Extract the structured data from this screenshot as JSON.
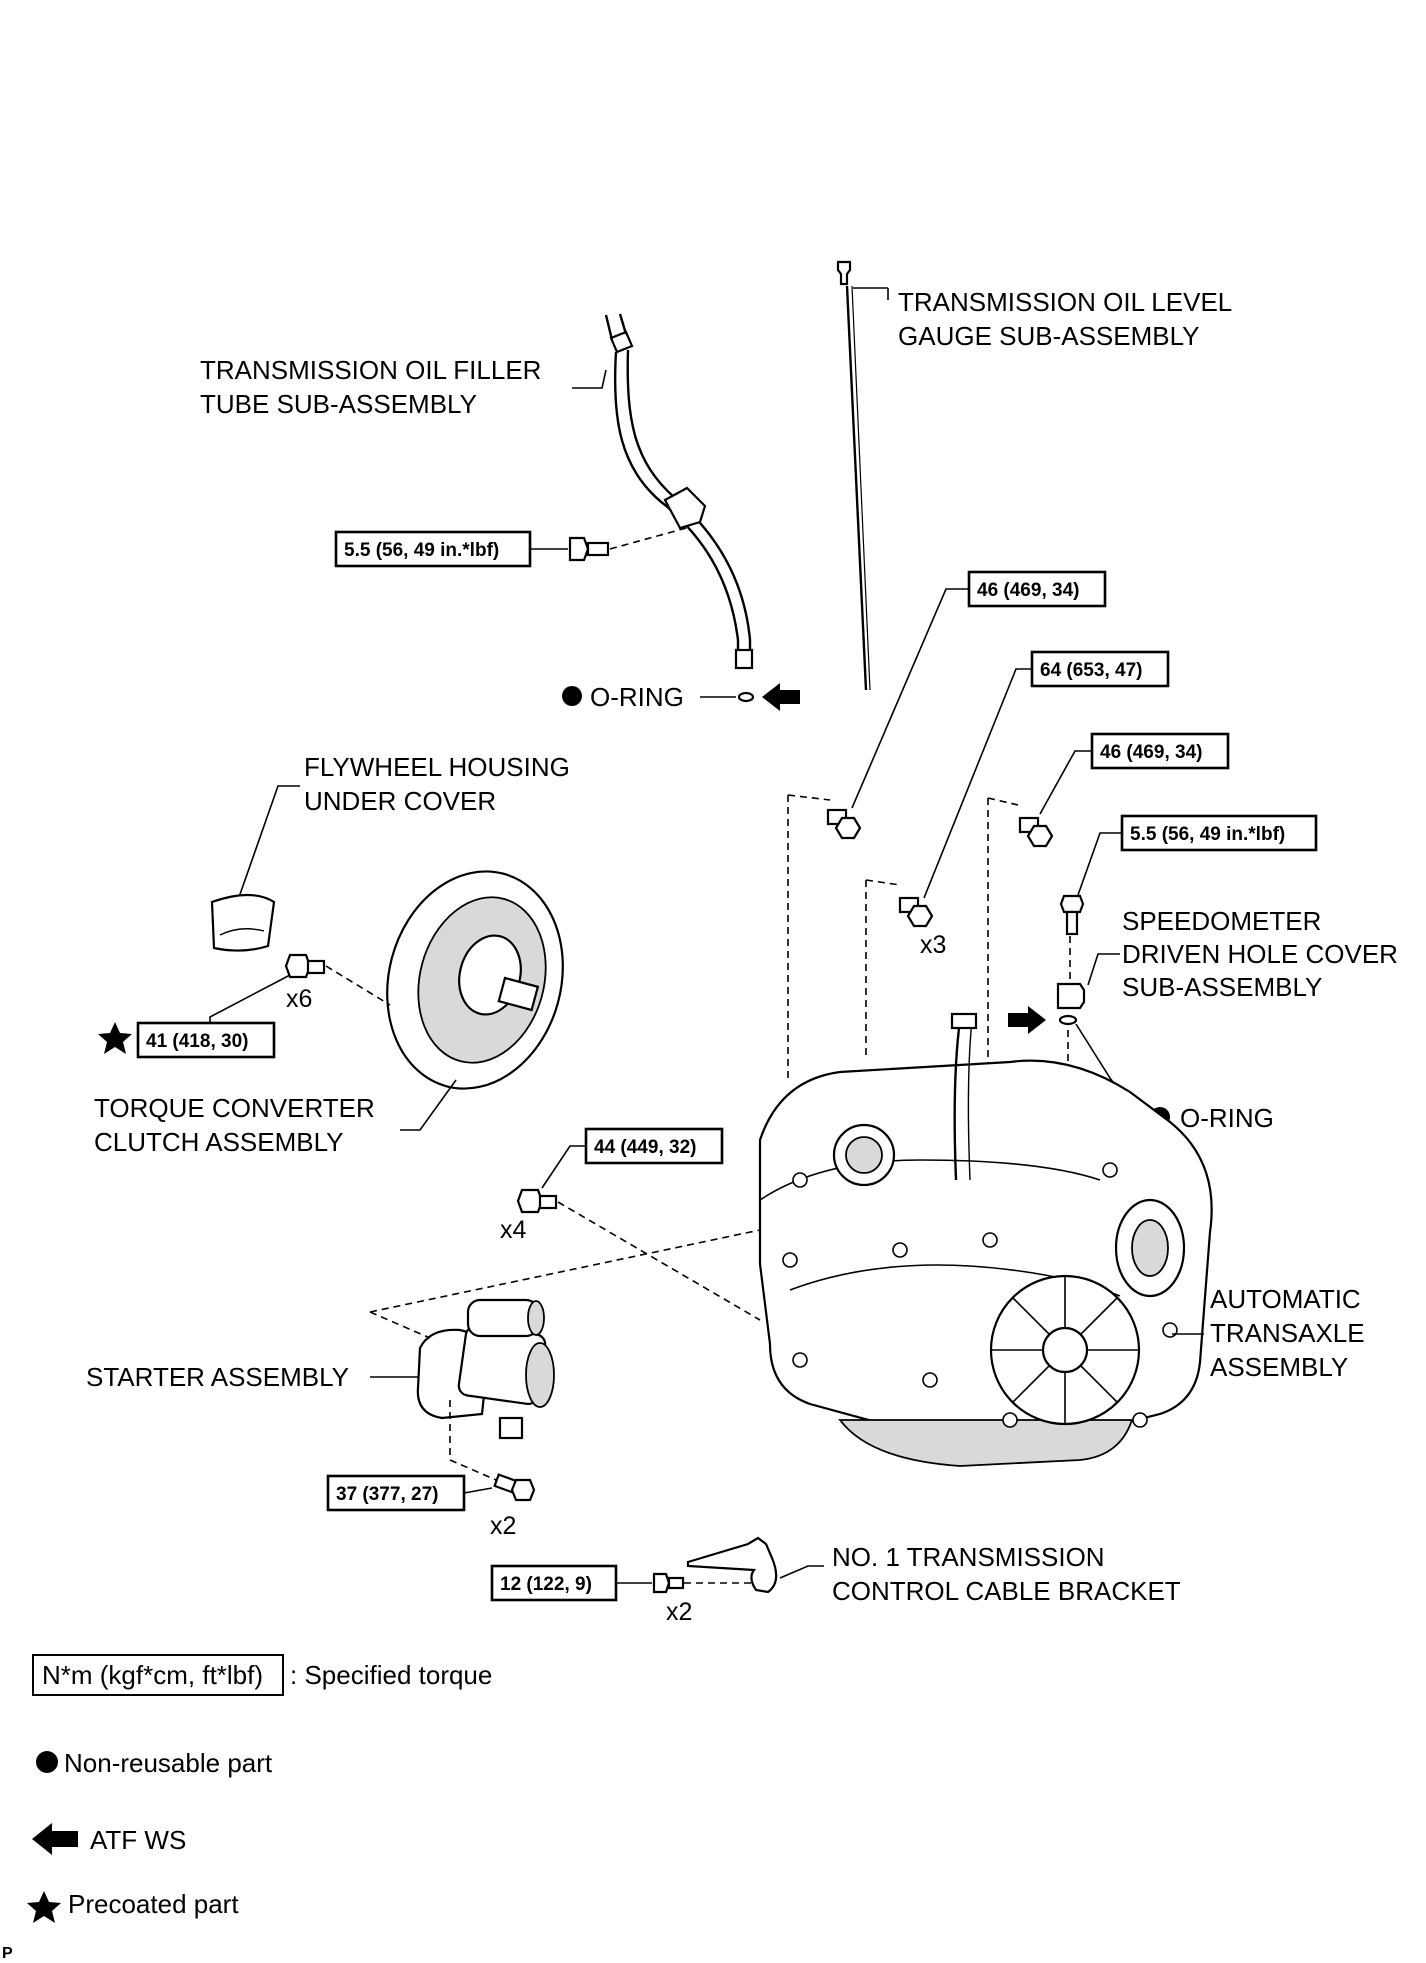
{
  "labels": {
    "oil_gauge": [
      "TRANSMISSION OIL LEVEL",
      "GAUGE SUB-ASSEMBLY"
    ],
    "filler_tube": [
      "TRANSMISSION OIL FILLER",
      "TUBE SUB-ASSEMBLY"
    ],
    "oring_top": "O-RING",
    "flywheel_cover": [
      "FLYWHEEL HOUSING",
      "UNDER COVER"
    ],
    "torque_converter": [
      "TORQUE CONVERTER",
      "CLUTCH ASSEMBLY"
    ],
    "speedometer_cover": [
      "SPEEDOMETER",
      "DRIVEN HOLE COVER",
      "SUB-ASSEMBLY"
    ],
    "oring_right": "O-RING",
    "transaxle": [
      "AUTOMATIC",
      "TRANSAXLE",
      "ASSEMBLY"
    ],
    "starter": "STARTER ASSEMBLY",
    "cable_bracket": [
      "NO. 1 TRANSMISSION",
      "CONTROL CABLE BRACKET"
    ]
  },
  "torques": {
    "filler_tube_bolt": "5.5 (56, 49 in.*lbf)",
    "upper_bolt_a": "46 (469, 34)",
    "upper_bolt_b": "64 (653, 47)",
    "upper_bolt_c": "46 (469, 34)",
    "speedometer_bolt": "5.5 (56, 49 in.*lbf)",
    "converter_bolts": "41 (418, 30)",
    "side_bolts": "44 (449, 32)",
    "starter_bolts": "37 (377, 27)",
    "bracket_bolts": "12 (122, 9)"
  },
  "quantities": {
    "converter_bolts": "x6",
    "upper_bolt_b": "x3",
    "side_bolts": "x4",
    "starter_bolts": "x2",
    "bracket_bolts": "x2"
  },
  "legend": {
    "torque_box": "N*m (kgf*cm, ft*lbf)",
    "torque_text": ": Specified torque",
    "non_reusable": "Non-reusable part",
    "atf": "ATF WS",
    "precoated": "Precoated part"
  },
  "corner_mark": "P",
  "icons": [
    "filled-circle-icon",
    "atf-arrow-icon",
    "star-icon"
  ]
}
